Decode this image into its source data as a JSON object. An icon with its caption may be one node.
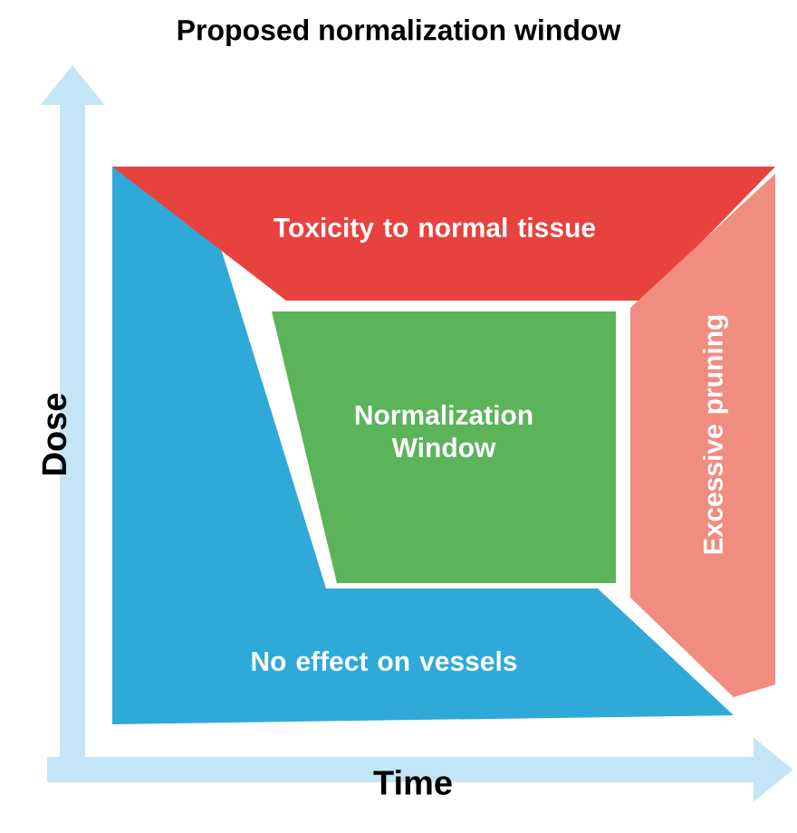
{
  "diagram": {
    "title": "Proposed normalization window",
    "nodes": [
      {
        "text": [
          "Toxicity to normal tissue"
        ]
      },
      {
        "text": [
          "Normalization Window"
        ]
      },
      {
        "text": [
          "Excessive pruning"
        ]
      },
      {
        "text": [
          "No effect on vessels"
        ]
      }
    ],
    "labels": [
      "Dose",
      "Time"
    ]
  }
}
